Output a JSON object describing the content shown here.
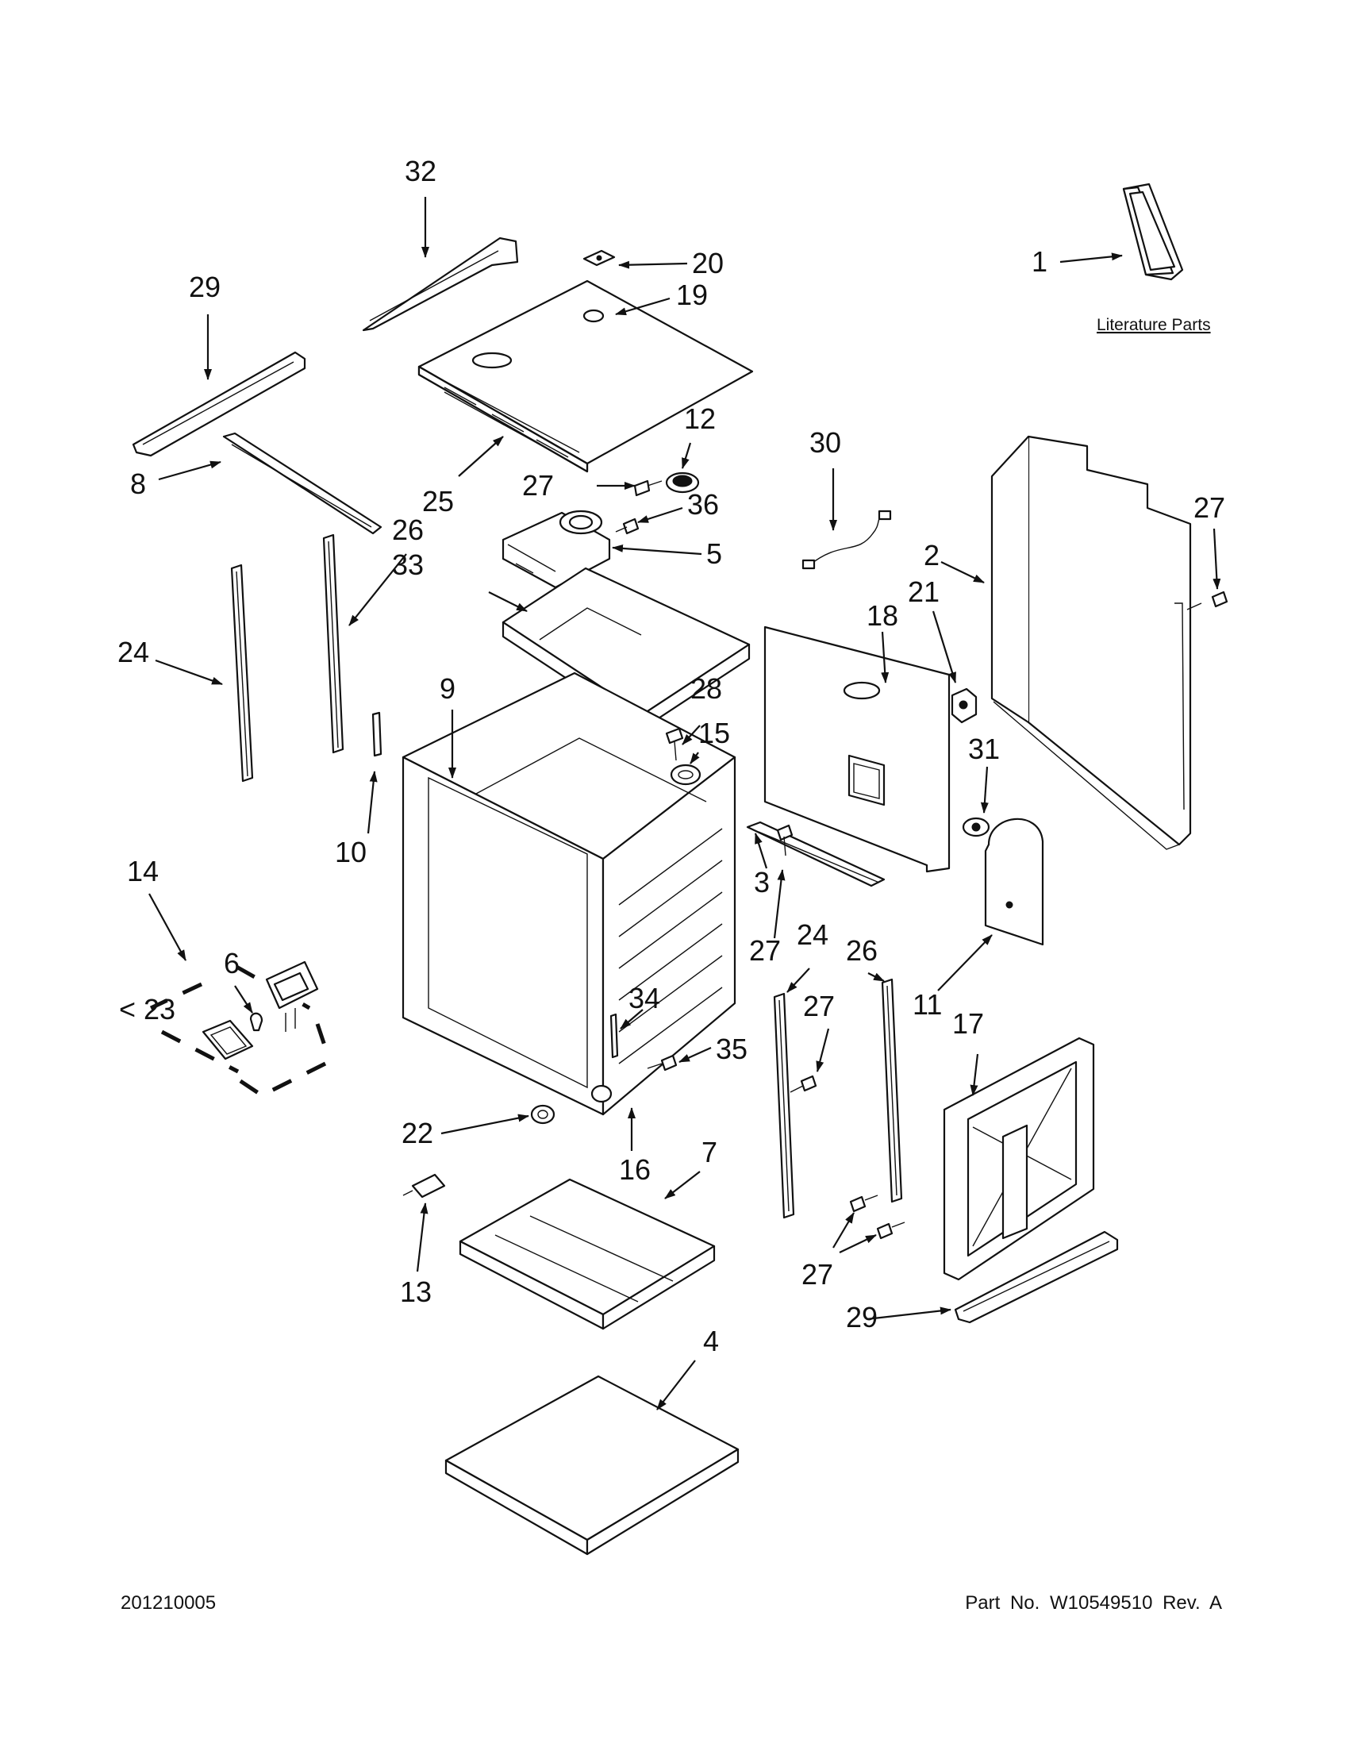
{
  "literature_caption": "Literature Parts",
  "footer": {
    "left_code": "201210005",
    "right_text": "Part No. W10549510 Rev. A"
  },
  "callouts": {
    "c1": "1",
    "c2": "2",
    "c3": "3",
    "c4": "4",
    "c5": "5",
    "c6": "6",
    "c7": "7",
    "c8": "8",
    "c9": "9",
    "c10": "10",
    "c11": "11",
    "c12": "12",
    "c13": "13",
    "c14": "14",
    "c15": "15",
    "c16": "16",
    "c17": "17",
    "c18": "18",
    "c19": "19",
    "c20": "20",
    "c21": "21",
    "c22": "22",
    "c23": "< 23",
    "c24a": "24",
    "c24b": "24",
    "c25": "25",
    "c26a": "26",
    "c26b": "26",
    "c27a": "27",
    "c27b": "27",
    "c27c": "27",
    "c27d": "27",
    "c27e": "27",
    "c28": "28",
    "c29a": "29",
    "c29b": "29",
    "c30": "30",
    "c31": "31",
    "c32": "32",
    "c33": "33",
    "c34": "34",
    "c35": "35",
    "c36": "36"
  }
}
